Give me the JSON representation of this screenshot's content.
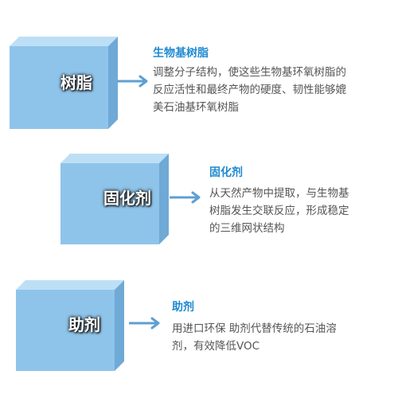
{
  "colors": {
    "cube_front": "#8fc4ea",
    "cube_top": "#bddff6",
    "cube_side": "#6fa9d6",
    "arrow": "#5f9fd2",
    "title": "#1f8ad0",
    "text": "#555555"
  },
  "items": [
    {
      "cube_label": "树脂",
      "title": "生物基树脂",
      "lines": [
        "调整分子结构，使这些生物基环氧树脂的",
        "反应活性和最终产物的硬度、韧性能够媲",
        "美石油基环氧树脂"
      ],
      "icon": "arrow-right"
    },
    {
      "cube_label": "固化剂",
      "title": "固化剂",
      "lines": [
        "从天然产物中提取，与生物基",
        "树脂发生交联反应，形成稳定",
        "的三维网状结构"
      ],
      "icon": "arrow-right"
    },
    {
      "cube_label": "助剂",
      "title": "助剂",
      "lines": [
        "用进口环保 助剂代替传统的石油溶",
        "剂，有效降低VOC"
      ],
      "icon": "arrow-right"
    }
  ]
}
